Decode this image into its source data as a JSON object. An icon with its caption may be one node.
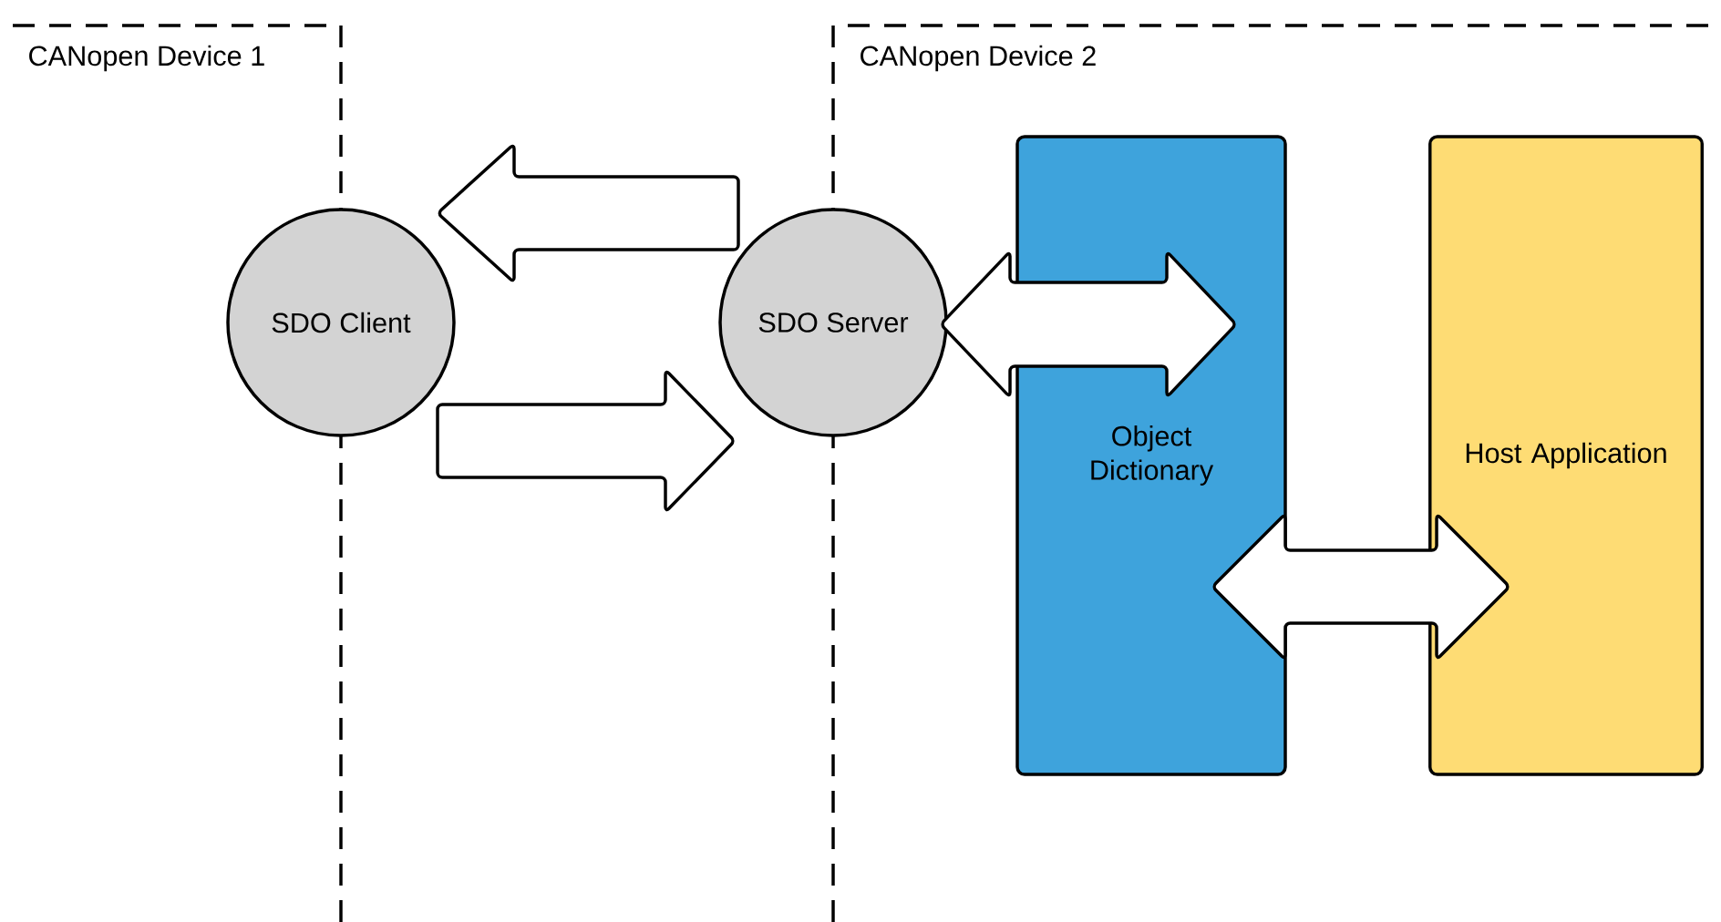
{
  "diagram": {
    "nodes": [
      {
        "text": [
          "CANopen Device 1"
        ]
      },
      {
        "text": [
          "CANopen Device 2"
        ]
      },
      {
        "text": [
          "SDO Client"
        ]
      },
      {
        "text": [
          "SDO Server"
        ]
      },
      {
        "text": [
          "Object Dictionary"
        ],
        "in": 1
      },
      {
        "text": [
          "Host Application"
        ],
        "in": 1
      }
    ],
    "edges": [
      {
        "from": 3,
        "to": 2,
        "arrow": "to"
      },
      {
        "from": 2,
        "to": 3,
        "arrow": "to"
      },
      {
        "from": 3,
        "to": 4,
        "arrow": "both"
      },
      {
        "from": 4,
        "to": 5,
        "arrow": "both"
      }
    ]
  }
}
